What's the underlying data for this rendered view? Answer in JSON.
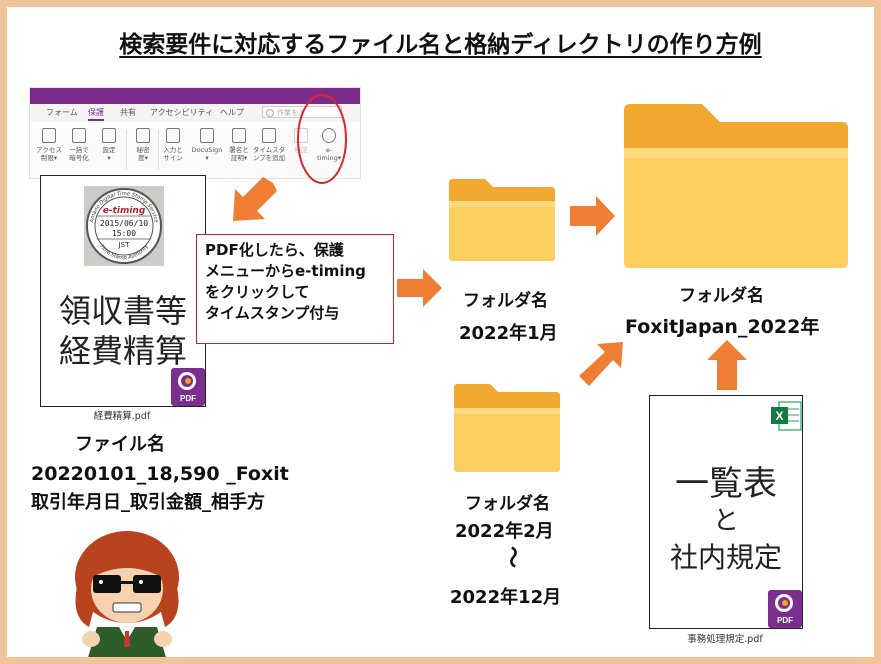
{
  "title": "検索要件に対応するファイル名と格納ディレクトリの作り方例",
  "ribbon": {
    "tabs": [
      "フォーム",
      "保護",
      "共有",
      "アクセシビリティ",
      "ヘルプ"
    ],
    "active_tab": "保護",
    "search_placeholder": "作業を入",
    "buttons": [
      {
        "l1": "アクセス",
        "l2": "制限▾"
      },
      {
        "l1": "一括で",
        "l2": "暗号化"
      },
      {
        "l1": "設定",
        "l2": "▾"
      },
      {
        "l1": "秘密",
        "l2": "度▾"
      },
      {
        "l1": "入力と",
        "l2": "サイン"
      },
      {
        "l1": "DocuSign",
        "l2": "▾"
      },
      {
        "l1": "署名と",
        "l2": "証明▾"
      },
      {
        "l1": "タイムスタ",
        "l2": "ンプを追加"
      },
      {
        "l1": "検証",
        "l2": ""
      },
      {
        "l1": "e-",
        "l2": "timing▾"
      }
    ]
  },
  "stamp": {
    "arc_top": "Amano Digital Time Stamp Service",
    "brand": "e-timing",
    "date": "2015/06/10",
    "time": "15:00",
    "tz": "JST",
    "arc_bottom": "Time Stamp Authority"
  },
  "doc1": {
    "line1": "領収書等",
    "line2": "経費精算",
    "filename": "経費精算.pdf",
    "badge": "PDF"
  },
  "callout": {
    "lines": [
      "PDF化したら、保護",
      "メニューからe-timing",
      "をクリックして",
      "タイムスタンプ付与"
    ]
  },
  "file_label": "ファイル名",
  "file_example": "20220101_18,590 _Foxit",
  "file_pattern": "取引年月日_取引金額_相手方",
  "folder_jan": {
    "label": "フォルダ名",
    "name": "2022年1月"
  },
  "folder_feb": {
    "label": "フォルダ名",
    "name": "2022年2月",
    "tilde": "〜",
    "name_end": "2022年12月"
  },
  "folder_main": {
    "label": "フォルダ名",
    "name": "FoxitJapan_2022年"
  },
  "doc2": {
    "line1": "一覧表",
    "line2": "と",
    "line3": "社内規定",
    "filename": "事務処理規定.pdf",
    "badge": "PDF",
    "excel_letter": "X"
  },
  "colors": {
    "arrow": "#ef7d33",
    "folder": "#f6b73c",
    "folder_light": "#fbcf5f",
    "callout_border": "#c0252c",
    "frame": "#f2c49a",
    "pdf_badge": "#7a2e8e"
  }
}
